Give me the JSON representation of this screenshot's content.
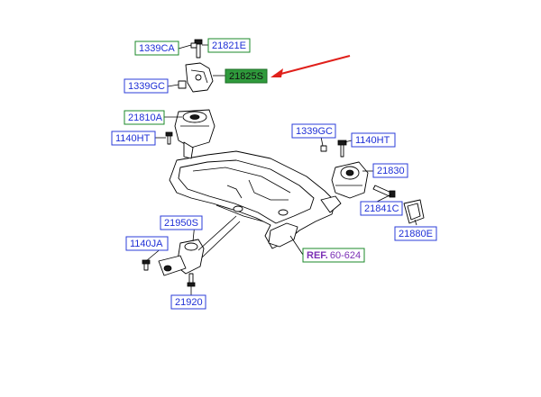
{
  "labels": {
    "l1339CA": "1339CA",
    "l21821E": "21821E",
    "l21825S": "21825S",
    "l1339GC_top": "1339GC",
    "l21810A": "21810A",
    "l1140HT_left": "1140HT",
    "l1339GC_right": "1339GC",
    "l1140HT_right": "1140HT",
    "l21830": "21830",
    "l21841C": "21841C",
    "l21880E": "21880E",
    "l21950S": "21950S",
    "l1140JA": "1140JA",
    "l21920": "21920",
    "ref_prefix": "REF.",
    "ref_number": "60-624"
  },
  "colors": {
    "label_blue": "#1e2fd6",
    "label_green": "#1b8a2a",
    "highlight_fill": "#2f9a3c",
    "arrow_red": "#e0201b",
    "ref_purple": "#7b2fb5"
  }
}
